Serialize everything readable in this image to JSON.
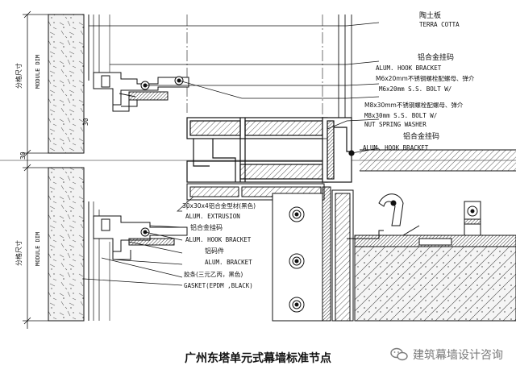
{
  "caption": "广州东塔单元式幕墙标准节点",
  "watermark": "建筑幕墙设计咨询",
  "labels": {
    "terra_cotta_cn": "陶土板",
    "terra_cotta_en": "TERRA COTTA",
    "hook_bracket_cn_1": "铝合金挂码",
    "hook_bracket_en_1": "ALUM. HOOK BRACKET",
    "bolt_m6_cn": "M6x20mm不锈钢螺栓配螺母、弹介",
    "bolt_m6_en": "M6x20mm S.S. BOLT W/",
    "bolt_m8_cn": "M8x30mm不锈钢螺栓配螺母、弹介",
    "bolt_m8_en1": "M8x30mm S.S. BOLT W/",
    "bolt_m8_en2": "NUT SPRING WASHER",
    "hook_bracket_cn_2": "铝合金挂码",
    "hook_bracket_en_2": "ALUM. HOOK BRACKET",
    "extrusion_cn": "30x30x4铝合金型材(黑色)",
    "extrusion_en": "ALUM. EXTRUSION",
    "hook_bracket_cn_3": "铝合金挂码",
    "hook_bracket_en_3": "ALUM. HOOK BRACKET",
    "bracket_cn": "铝码件",
    "bracket_en": "ALUM. BRACKET",
    "gasket_cn": "胶条(三元乙丙，黑色)",
    "gasket_en": "GASKET(EPDM ,BLACK)"
  },
  "dimensions": {
    "module_cn_top": "分格尺寸",
    "module_en_top": "MODULE DIM",
    "module_cn_bottom": "分格尺寸",
    "module_en_bottom": "MODULE DIM",
    "joint_30a": "30",
    "joint_30b": "30"
  },
  "colors": {
    "line": "#111111",
    "hatch": "#333333",
    "caption": "#111111",
    "watermark": "#7a7a7a"
  }
}
